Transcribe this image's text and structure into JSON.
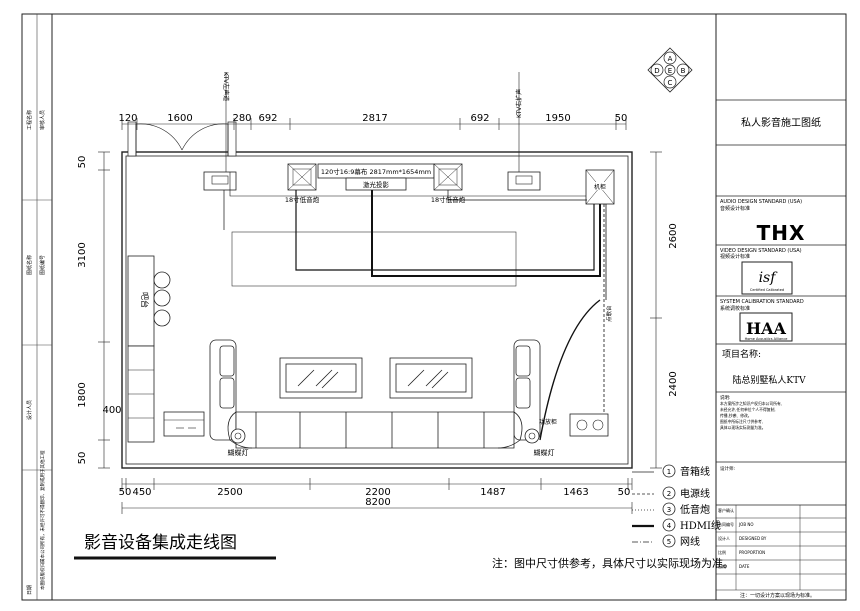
{
  "dims": {
    "top": [
      "120",
      "1600",
      "280",
      "692",
      "2817",
      "692",
      "1950",
      "50"
    ],
    "bottom": [
      "50",
      "450",
      "2500",
      "2200",
      "1487",
      "1463",
      "50"
    ],
    "total": "8200",
    "left": [
      "50",
      "3100",
      "1800",
      "400",
      "50"
    ],
    "right": [
      "2600",
      "2400"
    ]
  },
  "plan_labels": {
    "ktv_left": "KTV左声道",
    "ktv_right": "KTV右扩声",
    "screen": "120寸16:9幕布  2817mm*1654mm",
    "projector": "激光投影",
    "sub_left": "18寸低音炮",
    "sub_right": "18寸低音炮",
    "bar": "吧台",
    "equipment": "机柜",
    "lamp_left": "蝴蝶灯",
    "lamp_right": "蝴蝶灯",
    "amp_label": "功放柜",
    "side_left": "点歌台",
    "compass": [
      "A",
      "B",
      "C",
      "D",
      "E"
    ]
  },
  "legend": [
    {
      "num": "1",
      "label": "音箱线"
    },
    {
      "num": "2",
      "label": "电源线"
    },
    {
      "num": "3",
      "label": "低音炮"
    },
    {
      "num": "4",
      "label": "HDMI线"
    },
    {
      "num": "5",
      "label": "网线"
    }
  ],
  "caption": "影音设备集成走线图",
  "note": "注：图中尺寸供参考，具体尺寸以实际现场为准。",
  "title_block": {
    "heading": "私人影音施工图纸",
    "audio_std": "AUDIO DESIGN STANDARD (USA)",
    "audio_std_cn": "音频设计标准",
    "audio_logo": "THX",
    "video_std": "VIDEO DESIGN STANDARD (USA)",
    "video_std_cn": "视频设计标准",
    "video_logo": "isf",
    "video_logo_sub": "Certified Calibrated",
    "calib_std": "SYSTEM CALIBRATION STANDARD",
    "calib_std_cn": "系统调校标准",
    "calib_logo": "HAA",
    "calib_logo_sub": "Home Acoustics Alliance",
    "project_label": "项目名称:",
    "project_name": "陆总别墅私人KTV",
    "notes_title": "说明:",
    "notes_lines": [
      "本方案所涉之知识产权归本公司所有,",
      "未经允许,任何单位个人不得复制,",
      "传播,抄袭、修改。",
      "图纸中所标注尺寸供参考,",
      "具体以现场实际测量为准。"
    ],
    "designer": "设计师:",
    "rows": [
      {
        "k": "客户确认",
        "v": ""
      },
      {
        "k": "合同编号",
        "v": "JOB NO"
      },
      {
        "k": "设计人",
        "v": "DESIGNED BY"
      },
      {
        "k": "比例",
        "v": "PROPORTION"
      },
      {
        "k": "日期",
        "v": "DATE"
      }
    ],
    "footer": "注：一切设计方案以现场为标准。"
  },
  "left_strip": [
    "工程名称",
    "图纸名称",
    "设计人员",
    "审核人员",
    "图纸编号",
    "本图纸版权归属本公司所有，未经许可不得翻印、复制或用于其他工程",
    "日期"
  ]
}
